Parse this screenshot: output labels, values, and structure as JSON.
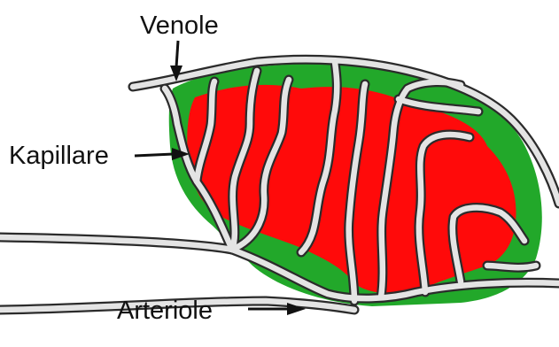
{
  "labels": {
    "venole": "Venole",
    "kapillare": "Kapillare",
    "arteriole": "Arteriole"
  },
  "colors": {
    "interstitium": "#22a82a",
    "capillary_bed": "#ff0a0a",
    "vessel_wall": "#2b2b2b",
    "vessel_lumen": "#e4e4e4",
    "background": "#ffffff"
  }
}
